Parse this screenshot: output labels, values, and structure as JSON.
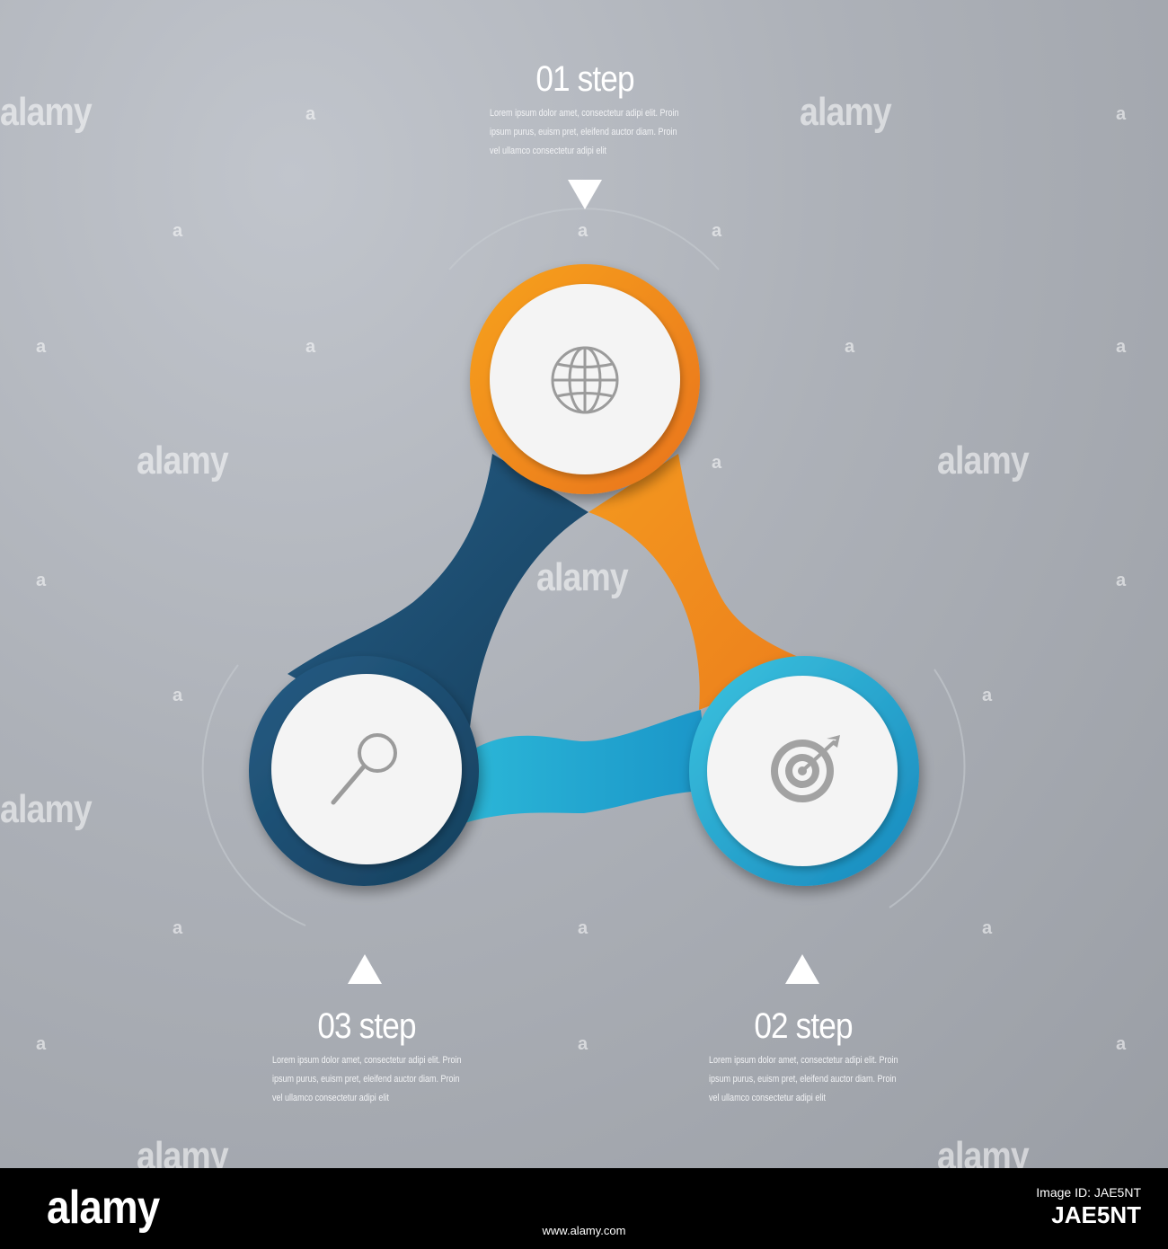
{
  "steps": [
    {
      "title": "01 step",
      "description": "Lorem ipsum dolor amet, consectetur adipi elit. Proin ipsum purus, euism pret, eleifend auctor diam. Proin vel ullamco consectetur adipi elit",
      "icon": "globe-icon",
      "color": "#f08b1e"
    },
    {
      "title": "02 step",
      "description": "Lorem ipsum dolor amet, consectetur adipi elit. Proin ipsum purus, euism pret, eleifend auctor diam. Proin vel ullamco consectetur adipi elit",
      "icon": "target-icon",
      "color": "#1c9fc9"
    },
    {
      "title": "03 step",
      "description": "Lorem ipsum dolor amet, consectetur adipi elit. Proin ipsum purus, euism pret, eleifend auctor diam. Proin vel ullamco consectetur adipi elit",
      "icon": "magnifier-icon",
      "color": "#1d4f72"
    }
  ],
  "watermark": {
    "text": "alamy",
    "glyph": "a"
  },
  "footer": {
    "logo": "alamy",
    "image_id_label": "Image ID: JAE5NT",
    "image_id": "JAE5NT",
    "url": "www.alamy.com"
  },
  "colors": {
    "background": "#a9adb4",
    "orange": "#f08b1e",
    "dark_blue": "#1d4f72",
    "light_blue": "#1c9fc9",
    "inner_circle": "#f4f4f4",
    "icon_gray": "#9a9a9a"
  }
}
